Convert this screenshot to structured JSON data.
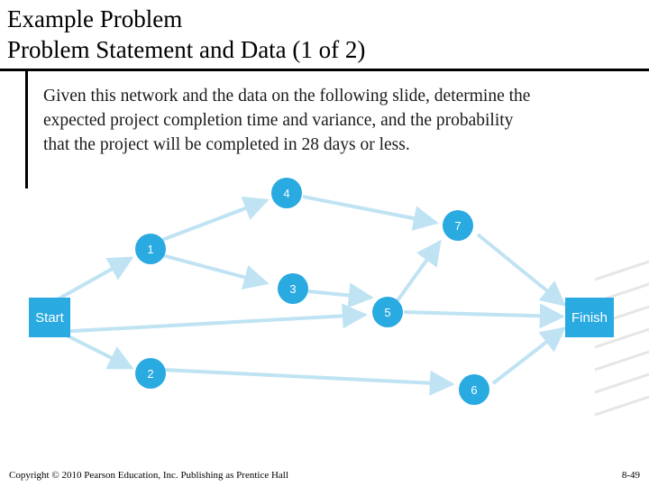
{
  "slide": {
    "title_line1": "Example Problem",
    "title_line2": "Problem Statement and Data (1 of 2)",
    "body_line1": "Given this network and the data on the following slide, determine the",
    "body_line2": "expected project completion time and variance, and the probability",
    "body_line3": "that the project will be completed in 28 days or less.",
    "footer": "Copyright © 2010 Pearson Education, Inc. Publishing as Prentice Hall",
    "page_number": "8-49"
  },
  "network": {
    "node_color": "#29aae1",
    "edge_color": "#bfe3f3",
    "nodes": {
      "start": "Start",
      "n1": "1",
      "n2": "2",
      "n3": "3",
      "n4": "4",
      "n5": "5",
      "n6": "6",
      "n7": "7",
      "finish": "Finish"
    },
    "edges": [
      [
        "Start",
        "1"
      ],
      [
        "Start",
        "2"
      ],
      [
        "Start",
        "5"
      ],
      [
        "1",
        "4"
      ],
      [
        "1",
        "3"
      ],
      [
        "3",
        "5"
      ],
      [
        "2",
        "6"
      ],
      [
        "4",
        "7"
      ],
      [
        "5",
        "7"
      ],
      [
        "7",
        "Finish"
      ],
      [
        "5",
        "Finish"
      ],
      [
        "6",
        "Finish"
      ]
    ]
  }
}
